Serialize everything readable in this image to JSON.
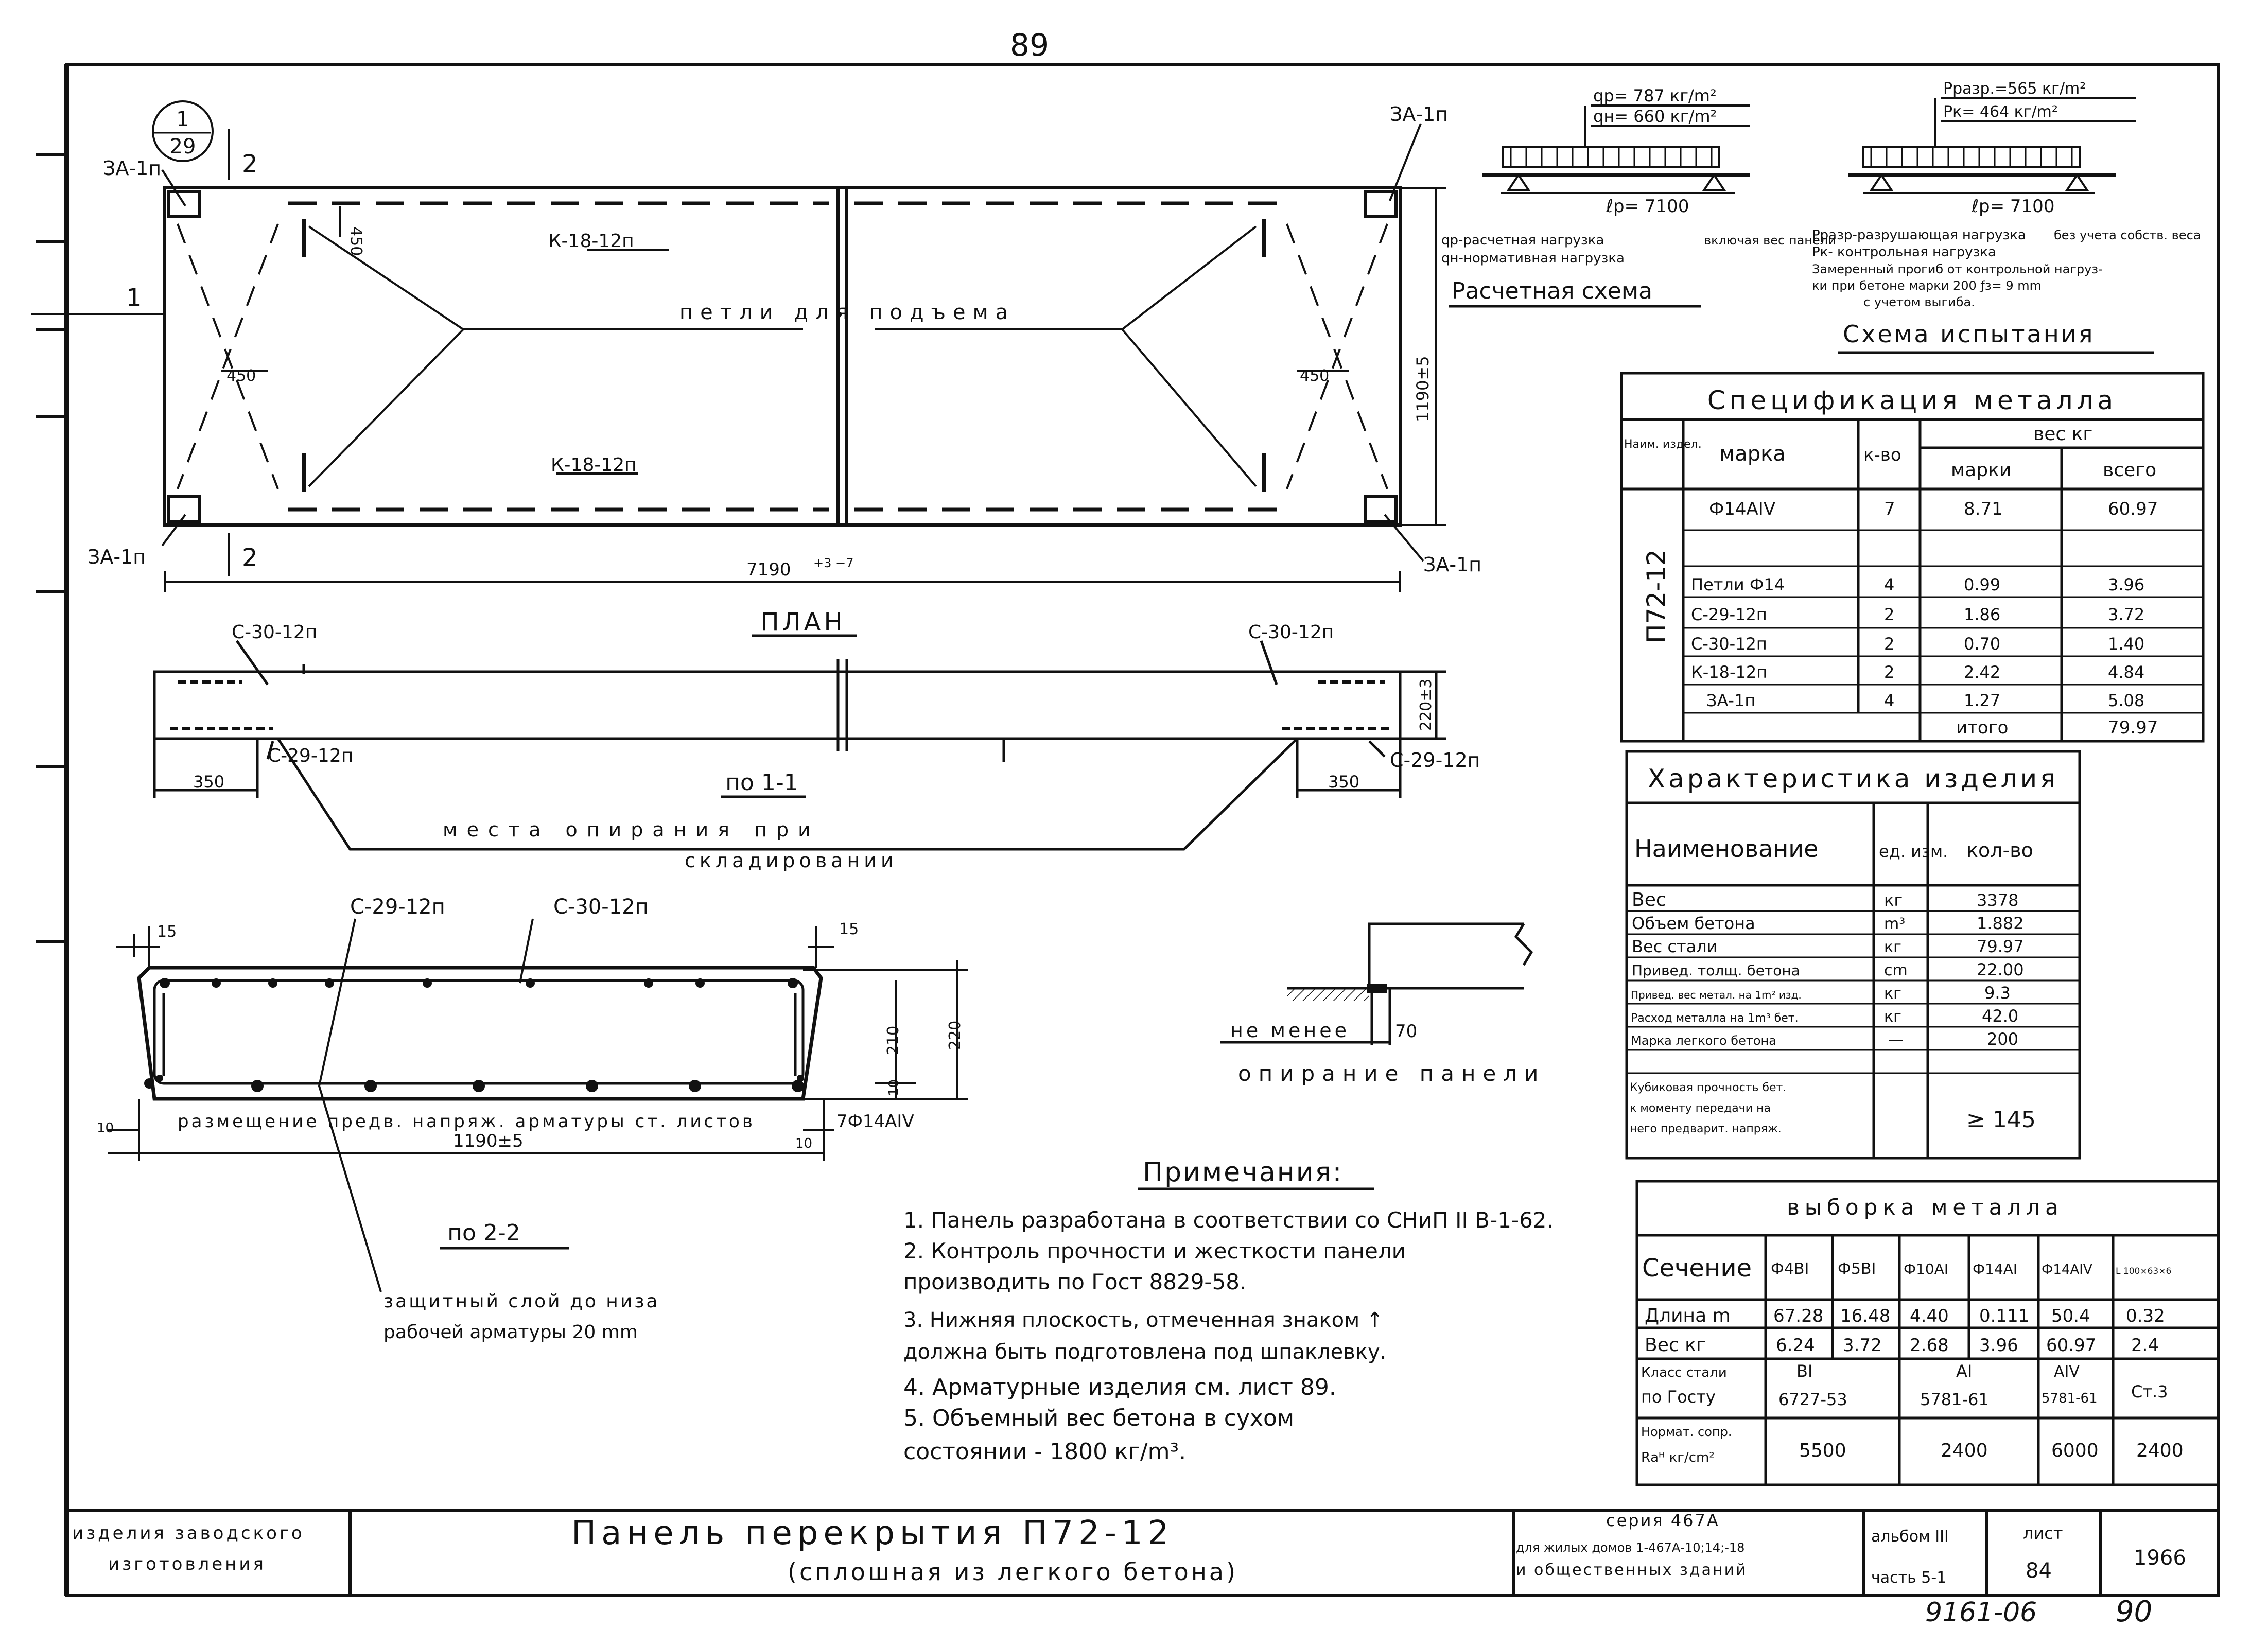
{
  "sheet": {
    "top_number": "89",
    "handwritten_code": "9161-06",
    "handwritten_page": "90"
  },
  "plan": {
    "callout_top": "1",
    "callout_bottom": "29",
    "mark_za": "ЗА-1п",
    "section_2": "2",
    "section_1": "1",
    "mark_k_top": "К-18-12п",
    "mark_k_bottom": "К-18-12п",
    "loops_label": "петли для подъема",
    "dim_450": "450",
    "dim_length": "7190",
    "dim_length_tol": "+3 −7",
    "dim_width": "1190±5",
    "title": "ПЛАН"
  },
  "section11": {
    "mark_c30": "С-30-12п",
    "mark_c29": "С-29-12п",
    "dim_350": "350",
    "dim_220": "220±3",
    "title": "по 1-1",
    "support_label_1": "места опирания при",
    "support_label_2": "складировании"
  },
  "section22": {
    "mark_c29": "С-29-12п",
    "mark_c30": "С-30-12п",
    "dim_15": "15",
    "dim_10": "10",
    "dim_210": "210",
    "dim_220": "220",
    "dim_width": "1190±5",
    "rebar_caption": "размещение предв. напряж. арматуры ст. листов",
    "rebar_spec": "7Ф14АIV",
    "title": "по 2-2",
    "cover_note_1": "защитный слой до низа",
    "cover_note_2": "рабочей арматуры 20 mm"
  },
  "support": {
    "label": "не менее",
    "dim": "70",
    "title": "опирание панели"
  },
  "calc_scheme": {
    "qp": "qр= 787 кг/m²",
    "qn": "qн= 660 кг/m²",
    "span": "ℓр= 7100",
    "legend_1": "qр-расчетная нагрузка",
    "legend_2": "qн-нормативная нагрузка",
    "legend_brace": "включая вес панели",
    "title": "Расчетная схема"
  },
  "test_scheme": {
    "p_break": "Рразр.=565 кг/m²",
    "p_control": "Рк= 464 кг/m²",
    "span": "ℓр= 7100",
    "legend_1": "Рразр-разрушающая нагрузка",
    "legend_2": "Рк- контрольная нагрузка",
    "legend_brace": "без учета собств. веса",
    "legend_3": "Замеренный прогиб от контрольной нагруз-",
    "legend_4": "ки при бетоне марки 200 ƒз= 9 mm",
    "legend_5": "с учетом выгиба.",
    "title": "Схема испытания"
  },
  "spec": {
    "title": "Спецификация металла",
    "h_name": "Наим. издел.",
    "h_mark": "марка",
    "h_qty": "к-во",
    "h_weight": "вес кг",
    "h_per": "марки",
    "h_total": "всего",
    "product": "П72-12",
    "rows": [
      {
        "mark": "Ф14АIV",
        "qty": "7",
        "per": "8.71",
        "total": "60.97"
      },
      {
        "mark": "",
        "qty": "",
        "per": "",
        "total": ""
      },
      {
        "mark": "Петли Ф14",
        "qty": "4",
        "per": "0.99",
        "total": "3.96"
      },
      {
        "mark": "С-29-12п",
        "qty": "2",
        "per": "1.86",
        "total": "3.72"
      },
      {
        "mark": "С-30-12п",
        "qty": "2",
        "per": "0.70",
        "total": "1.40"
      },
      {
        "mark": "К-18-12п",
        "qty": "2",
        "per": "2.42",
        "total": "4.84"
      },
      {
        "mark": "ЗА-1п",
        "qty": "4",
        "per": "1.27",
        "total": "5.08"
      }
    ],
    "itogo_label": "итого",
    "itogo_value": "79.97"
  },
  "char": {
    "title": "Характеристика изделия",
    "h_name": "Наименование",
    "h_unit": "ед. изм.",
    "h_qty": "кол-во",
    "rows": [
      {
        "name": "Вес",
        "unit": "кг",
        "val": "3378"
      },
      {
        "name": "Объем бетона",
        "unit": "m³",
        "val": "1.882"
      },
      {
        "name": "Вес стали",
        "unit": "кг",
        "val": "79.97"
      },
      {
        "name": "Привед. толщ. бетона",
        "unit": "cm",
        "val": "22.00"
      },
      {
        "name": "Привед. вес метал. на 1m² изд.",
        "unit": "кг",
        "val": "9.3"
      },
      {
        "name": "Расход металла на 1m³ бет.",
        "unit": "кг",
        "val": "42.0"
      },
      {
        "name": "Марка легкого бетона",
        "unit": "—",
        "val": "200"
      }
    ],
    "cube_1": "Кубиковая прочность бет.",
    "cube_2": "к моменту передачи на",
    "cube_3": "него предварит. напряж.",
    "cube_val": "≥ 145"
  },
  "notes": {
    "title": "Примечания:",
    "lines": [
      "1. Панель разработана в соответствии со СНиП II В-1-62.",
      "2. Контроль прочности и жесткости панели",
      "    производить по Гост 8829-58.",
      "3. Нижняя плоскость, отмеченная знаком ↑",
      "    должна быть подготовлена под шпаклевку.",
      "4. Арматурные изделия см. лист 89.",
      "5. Объемный вес бетона в сухом",
      "    состоянии - 1800 кг/m³."
    ]
  },
  "vyborka": {
    "title": "выборка металла",
    "h_section": "Сечение",
    "cols": [
      "Ф4ВI",
      "Ф5ВI",
      "Ф10АI",
      "Ф14АI",
      "Ф14АIV",
      "L 100×63×6"
    ],
    "row_len_label": "Длина m",
    "row_len": [
      "67.28",
      "16.48",
      "4.40",
      "0.111",
      "50.4",
      "0.32"
    ],
    "row_w_label": "Вес кг",
    "row_w": [
      "6.24",
      "3.72",
      "2.68",
      "3.96",
      "60.97",
      "2.4"
    ],
    "class_label_1": "Класс стали",
    "class_label_2": "по Госту",
    "class_bi": "ВI",
    "class_bi_gost": "6727-53",
    "class_ai": "АI",
    "class_ai_gost": "5781-61",
    "class_aiv": "АIV",
    "class_aiv_gost": "5781-61",
    "class_st": "Ст.3",
    "norm_label_1": "Нормат. сопр.",
    "norm_label_2": "Rаᴴ кг/cm²",
    "norm_1": "5500",
    "norm_2": "2400",
    "norm_3": "6000",
    "norm_4": "2400"
  },
  "stamp": {
    "left_1": "изделия заводского",
    "left_2": "изготовления",
    "title_1": "Панель перекрытия П72-12",
    "title_2": "(сплошная из легкого бетона)",
    "series_1": "серия 467А",
    "series_2": "для жилых домов 1-467А-10;14;-18",
    "series_3": "и общественных зданий",
    "album_1": "альбом III",
    "album_2": "часть 5-1",
    "sheet_1": "лист",
    "sheet_2": "84",
    "year": "1966"
  }
}
